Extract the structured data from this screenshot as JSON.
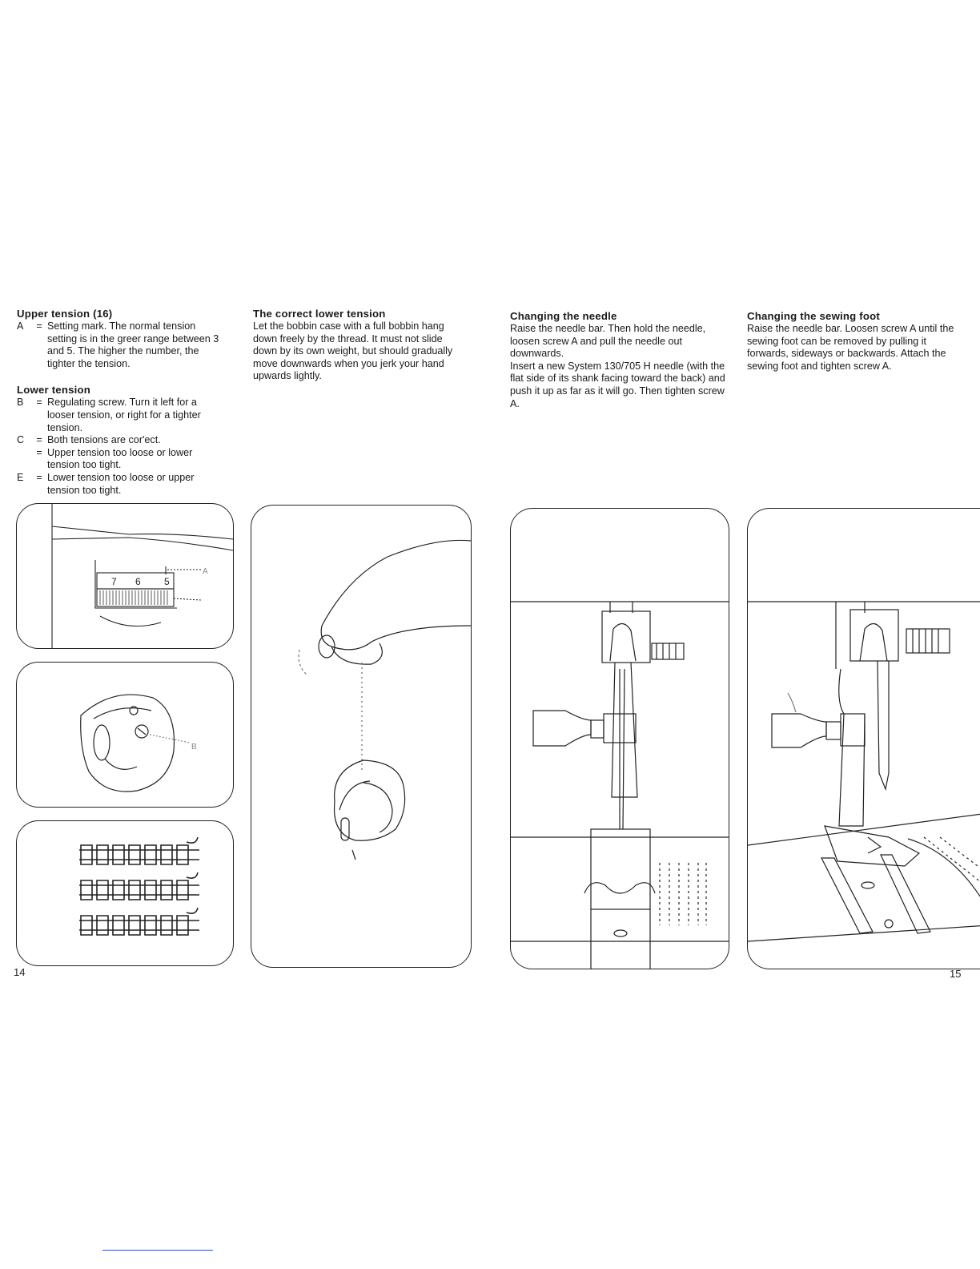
{
  "upper_tension": {
    "heading": "Upper tension (16)",
    "items": [
      {
        "key": "A",
        "eq": "=",
        "text": "Setting mark. The normal tension setting is in the greer range between 3 and 5. The higher the number, the tighter the tension."
      }
    ]
  },
  "lower_tension": {
    "heading": "Lower tension",
    "items": [
      {
        "key": "B",
        "eq": "=",
        "text": "Regulating screw. Turn it left for a looser tension, or right for a tighter tension."
      },
      {
        "key": "C",
        "eq": "=",
        "text": "Both tensions are cor'ect."
      },
      {
        "key": "",
        "eq": "=",
        "text": "Upper tension too loose or lower tension too tight."
      },
      {
        "key": "E",
        "eq": "=",
        "text": "Lower tension too loose or upper tension too tight."
      }
    ]
  },
  "correct_lower_tension": {
    "heading": "The correct lower tension",
    "text": "Let the bobbin case with a full bobbin hang down freely by the thread. It must not slide down by its own weight, but should gradually move downwards when you jerk your hand upwards lightly."
  },
  "changing_needle": {
    "heading": "Changing the needle",
    "text1": "Raise the needle bar. Then hold the needle, loosen screw A and pull the needle out downwards.",
    "text2": "Insert a new System 130/705 H needle (with the flat side of its shank facing toward the back) and push it up as far as it will go. Then tighten screw A."
  },
  "changing_foot": {
    "heading": "Changing the sewing foot",
    "text": "Raise the needle bar. Loosen screw A until the sewing foot can be removed by pulling it forwards, sideways or backwards. Attach the sewing foot and tighten screw A."
  },
  "figure_labels": {
    "dial_numbers": [
      "7",
      "6",
      "5"
    ],
    "dial_mark": "A",
    "bobbin_screw": "B"
  },
  "page_numbers": {
    "left": "14",
    "right": "15"
  }
}
